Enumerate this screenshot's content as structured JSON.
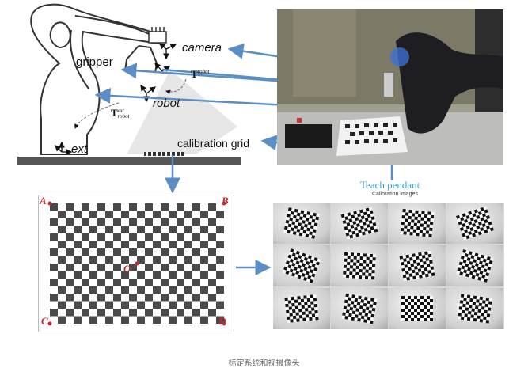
{
  "labels": {
    "camera": "camera",
    "gripper": "gripper",
    "robot": "robot",
    "ext": "ext",
    "calibration_grid": "calibration grid",
    "t_robot_sub": "robot",
    "t_ext_sup": "ext",
    "t_ext_sub": "robot",
    "t_symbol": "T",
    "teach_pendant": "Teach pendant",
    "calibration_images": "Calibration images"
  },
  "corners": {
    "a": "A",
    "b": "B",
    "c": "C",
    "d": "D",
    "o": "O"
  },
  "caption": "标定系统和视摄像头",
  "colors": {
    "arrow": "#5b8ec4",
    "marker": "#d0262f",
    "teach": "#3a9fc8"
  }
}
